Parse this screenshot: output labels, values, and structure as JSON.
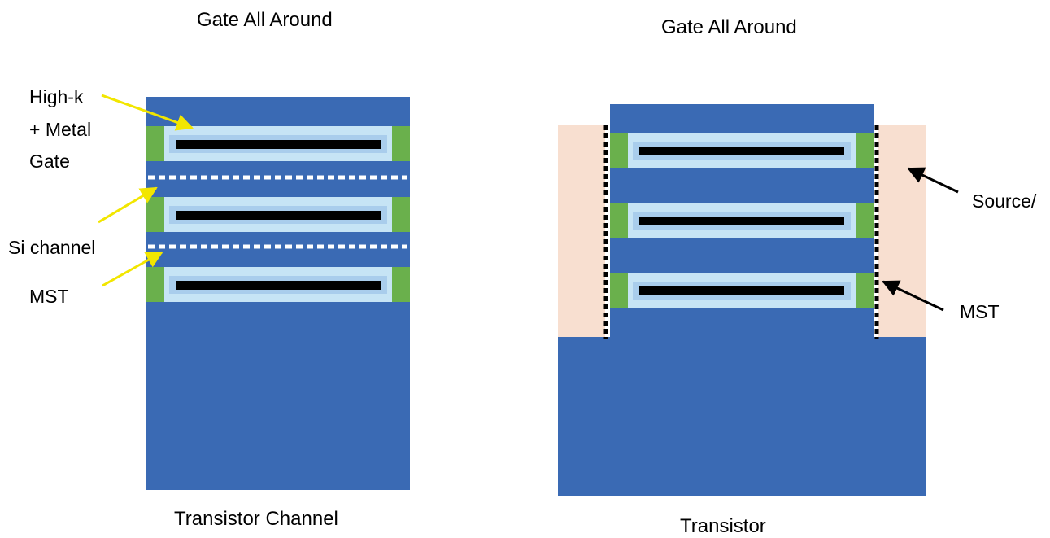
{
  "left_diagram": {
    "title": "Gate All Around",
    "caption": "Transistor Channel",
    "labels": {
      "high_k_line1": "High-k",
      "high_k_line2": "+ Metal",
      "high_k_line3": "Gate",
      "si_channel": "Si channel",
      "mst": "MST"
    }
  },
  "right_diagram": {
    "title": "Gate All Around",
    "caption": "Transistor",
    "labels": {
      "source": "Source/",
      "mst": "MST"
    }
  },
  "colors": {
    "silicon_blue": "#3a6ab4",
    "high_k_light": "#c6e4f5",
    "metal_inner": "#a9cdec",
    "gate_black": "#000000",
    "spacer_green": "#6ab04c",
    "source_drain": "#f8dfd0",
    "arrow_yellow": "#f2e600",
    "arrow_black": "#000000"
  }
}
